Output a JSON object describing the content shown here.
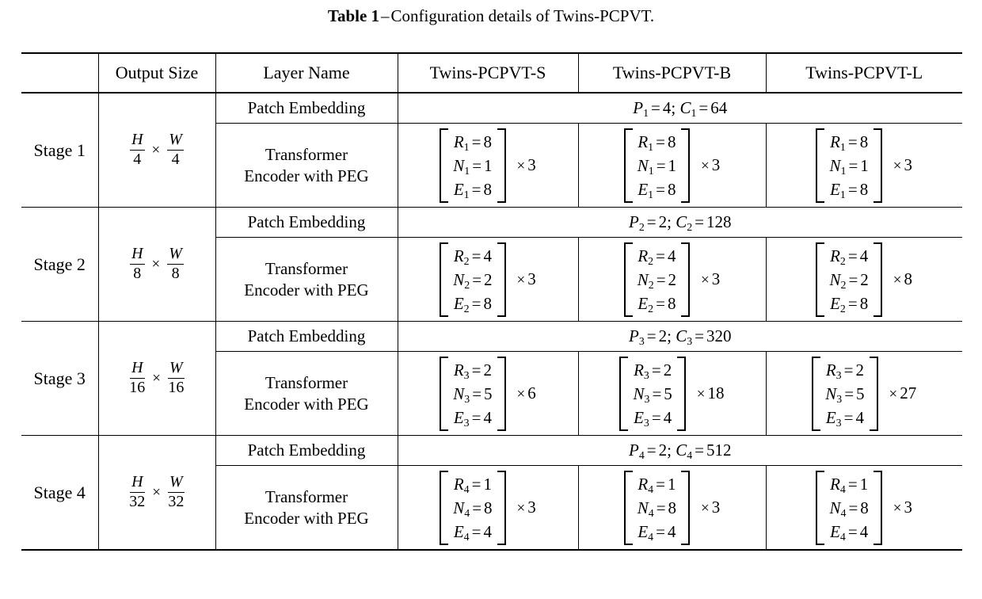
{
  "caption": {
    "label": "Table 1",
    "dash": "–",
    "text": "Configuration details of Twins-PCPVT."
  },
  "header": {
    "stage": "",
    "output_size": "Output Size",
    "layer_name": "Layer Name",
    "model_s": "Twins-PCPVT-S",
    "model_b": "Twins-PCPVT-B",
    "model_l": "Twins-PCPVT-L"
  },
  "labels": {
    "patch_embedding": "Patch Embedding",
    "transformer_line1": "Transformer",
    "transformer_line2": "Encoder with PEG",
    "times": "×",
    "equals": "=",
    "semicolon": ";"
  },
  "stages": [
    {
      "name": "Stage 1",
      "output_size": {
        "num_h": "H",
        "den_h": "4",
        "num_w": "W",
        "den_w": "4"
      },
      "patch_embedding": {
        "p_sym": "P",
        "p_sub": "1",
        "p_val": "4",
        "c_sym": "C",
        "c_sub": "1",
        "c_val": "64",
        "text": "P₁ = 4; C₁ = 64"
      },
      "variants": [
        {
          "model": "Twins-PCPVT-S",
          "rows": [
            {
              "sym": "R",
              "sub": "1",
              "val": "8"
            },
            {
              "sym": "N",
              "sub": "1",
              "val": "1"
            },
            {
              "sym": "E",
              "sub": "1",
              "val": "8"
            }
          ],
          "repeat": "3"
        },
        {
          "model": "Twins-PCPVT-B",
          "rows": [
            {
              "sym": "R",
              "sub": "1",
              "val": "8"
            },
            {
              "sym": "N",
              "sub": "1",
              "val": "1"
            },
            {
              "sym": "E",
              "sub": "1",
              "val": "8"
            }
          ],
          "repeat": "3"
        },
        {
          "model": "Twins-PCPVT-L",
          "rows": [
            {
              "sym": "R",
              "sub": "1",
              "val": "8"
            },
            {
              "sym": "N",
              "sub": "1",
              "val": "1"
            },
            {
              "sym": "E",
              "sub": "1",
              "val": "8"
            }
          ],
          "repeat": "3"
        }
      ]
    },
    {
      "name": "Stage 2",
      "output_size": {
        "num_h": "H",
        "den_h": "8",
        "num_w": "W",
        "den_w": "8"
      },
      "patch_embedding": {
        "p_sym": "P",
        "p_sub": "2",
        "p_val": "2",
        "c_sym": "C",
        "c_sub": "2",
        "c_val": "128",
        "text": "P₂ = 2; C₂ = 128"
      },
      "variants": [
        {
          "model": "Twins-PCPVT-S",
          "rows": [
            {
              "sym": "R",
              "sub": "2",
              "val": "4"
            },
            {
              "sym": "N",
              "sub": "2",
              "val": "2"
            },
            {
              "sym": "E",
              "sub": "2",
              "val": "8"
            }
          ],
          "repeat": "3"
        },
        {
          "model": "Twins-PCPVT-B",
          "rows": [
            {
              "sym": "R",
              "sub": "2",
              "val": "4"
            },
            {
              "sym": "N",
              "sub": "2",
              "val": "2"
            },
            {
              "sym": "E",
              "sub": "2",
              "val": "8"
            }
          ],
          "repeat": "3"
        },
        {
          "model": "Twins-PCPVT-L",
          "rows": [
            {
              "sym": "R",
              "sub": "2",
              "val": "4"
            },
            {
              "sym": "N",
              "sub": "2",
              "val": "2"
            },
            {
              "sym": "E",
              "sub": "2",
              "val": "8"
            }
          ],
          "repeat": "8"
        }
      ]
    },
    {
      "name": "Stage 3",
      "output_size": {
        "num_h": "H",
        "den_h": "16",
        "num_w": "W",
        "den_w": "16"
      },
      "patch_embedding": {
        "p_sym": "P",
        "p_sub": "3",
        "p_val": "2",
        "c_sym": "C",
        "c_sub": "3",
        "c_val": "320",
        "text": "P₃ = 2; C₃ = 320"
      },
      "variants": [
        {
          "model": "Twins-PCPVT-S",
          "rows": [
            {
              "sym": "R",
              "sub": "3",
              "val": "2"
            },
            {
              "sym": "N",
              "sub": "3",
              "val": "5"
            },
            {
              "sym": "E",
              "sub": "3",
              "val": "4"
            }
          ],
          "repeat": "6"
        },
        {
          "model": "Twins-PCPVT-B",
          "rows": [
            {
              "sym": "R",
              "sub": "3",
              "val": "2"
            },
            {
              "sym": "N",
              "sub": "3",
              "val": "5"
            },
            {
              "sym": "E",
              "sub": "3",
              "val": "4"
            }
          ],
          "repeat": "18"
        },
        {
          "model": "Twins-PCPVT-L",
          "rows": [
            {
              "sym": "R",
              "sub": "3",
              "val": "2"
            },
            {
              "sym": "N",
              "sub": "3",
              "val": "5"
            },
            {
              "sym": "E",
              "sub": "3",
              "val": "4"
            }
          ],
          "repeat": "27"
        }
      ]
    },
    {
      "name": "Stage 4",
      "output_size": {
        "num_h": "H",
        "den_h": "32",
        "num_w": "W",
        "den_w": "32"
      },
      "patch_embedding": {
        "p_sym": "P",
        "p_sub": "4",
        "p_val": "2",
        "c_sym": "C",
        "c_sub": "4",
        "c_val": "512",
        "text": "P₄ = 2; C₄ =512"
      },
      "variants": [
        {
          "model": "Twins-PCPVT-S",
          "rows": [
            {
              "sym": "R",
              "sub": "4",
              "val": "1"
            },
            {
              "sym": "N",
              "sub": "4",
              "val": "8"
            },
            {
              "sym": "E",
              "sub": "4",
              "val": "4"
            }
          ],
          "repeat": "3"
        },
        {
          "model": "Twins-PCPVT-B",
          "rows": [
            {
              "sym": "R",
              "sub": "4",
              "val": "1"
            },
            {
              "sym": "N",
              "sub": "4",
              "val": "8"
            },
            {
              "sym": "E",
              "sub": "4",
              "val": "4"
            }
          ],
          "repeat": "3"
        },
        {
          "model": "Twins-PCPVT-L",
          "rows": [
            {
              "sym": "R",
              "sub": "4",
              "val": "1"
            },
            {
              "sym": "N",
              "sub": "4",
              "val": "8"
            },
            {
              "sym": "E",
              "sub": "4",
              "val": "4"
            }
          ],
          "repeat": "3"
        }
      ]
    }
  ],
  "chart_data": {
    "type": "table",
    "title": "Table 1 – Configuration details of Twins-PCPVT.",
    "columns": [
      "Stage",
      "Output Size",
      "Layer Name",
      "Twins-PCPVT-S",
      "Twins-PCPVT-B",
      "Twins-PCPVT-L"
    ],
    "rows": [
      [
        "Stage 1",
        "H/4 × W/4",
        "Patch Embedding",
        "P₁ = 4; C₁ = 64",
        "P₁ = 4; C₁ = 64",
        "P₁ = 4; C₁ = 64"
      ],
      [
        "Stage 1",
        "H/4 × W/4",
        "Transformer Encoder with PEG",
        "[R₁=8, N₁=1, E₁=8] × 3",
        "[R₁=8, N₁=1, E₁=8] × 3",
        "[R₁=8, N₁=1, E₁=8] × 3"
      ],
      [
        "Stage 2",
        "H/8 × W/8",
        "Patch Embedding",
        "P₂ = 2; C₂ = 128",
        "P₂ = 2; C₂ = 128",
        "P₂ = 2; C₂ = 128"
      ],
      [
        "Stage 2",
        "H/8 × W/8",
        "Transformer Encoder with PEG",
        "[R₂=4, N₂=2, E₂=8] × 3",
        "[R₂=4, N₂=2, E₂=8] × 3",
        "[R₂=4, N₂=2, E₂=8] × 8"
      ],
      [
        "Stage 3",
        "H/16 × W/16",
        "Patch Embedding",
        "P₃ = 2; C₃ = 320",
        "P₃ = 2; C₃ = 320",
        "P₃ = 2; C₃ = 320"
      ],
      [
        "Stage 3",
        "H/16 × W/16",
        "Transformer Encoder with PEG",
        "[R₃=2, N₃=5, E₃=4] × 6",
        "[R₃=2, N₃=5, E₃=4] × 18",
        "[R₃=2, N₃=5, E₃=4] × 27"
      ],
      [
        "Stage 4",
        "H/32 × W/32",
        "Patch Embedding",
        "P₄ = 2; C₄ =512",
        "P₄ = 2; C₄ =512",
        "P₄ = 2; C₄ =512"
      ],
      [
        "Stage 4",
        "H/32 × W/32",
        "Transformer Encoder with PEG",
        "[R₄=1, N₄=8, E₄=4] × 3",
        "[R₄=1, N₄=8, E₄=4] × 3",
        "[R₄=1, N₄=8, E₄=4] × 3"
      ]
    ]
  }
}
